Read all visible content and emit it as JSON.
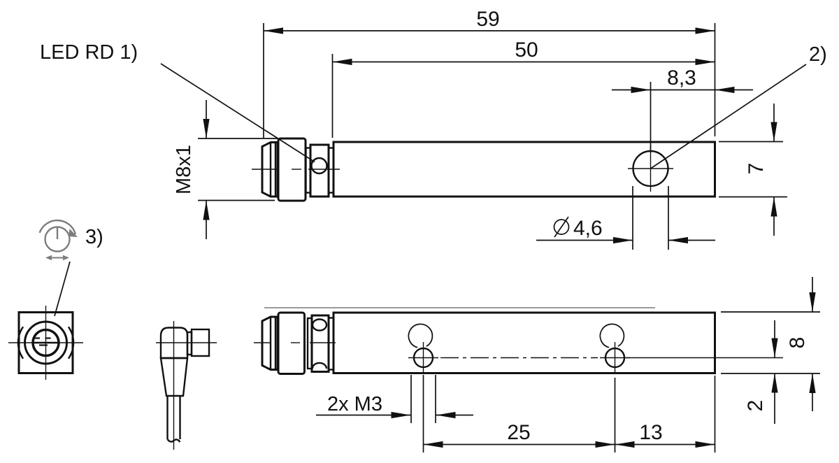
{
  "labels": {
    "led": "LED RD 1)",
    "callout_2": "2)",
    "callout_3": "3)",
    "thread": "M8x1",
    "mounting_holes": "2x M3",
    "hole_diameter_value": "4,6"
  },
  "dimensions": {
    "total_length": "59",
    "body_length": "50",
    "hole_offset_from_end": "8,3",
    "body_height_side": "7",
    "hole_spacing": "25",
    "hole_to_end": "13",
    "body_height_bottom": "8",
    "hole_center_to_edge": "2"
  },
  "colors": {
    "line": "#111111",
    "potentiometer_gray": "#7d7d7d",
    "edge_gray": "#9a9a9a",
    "background": "#ffffff"
  }
}
